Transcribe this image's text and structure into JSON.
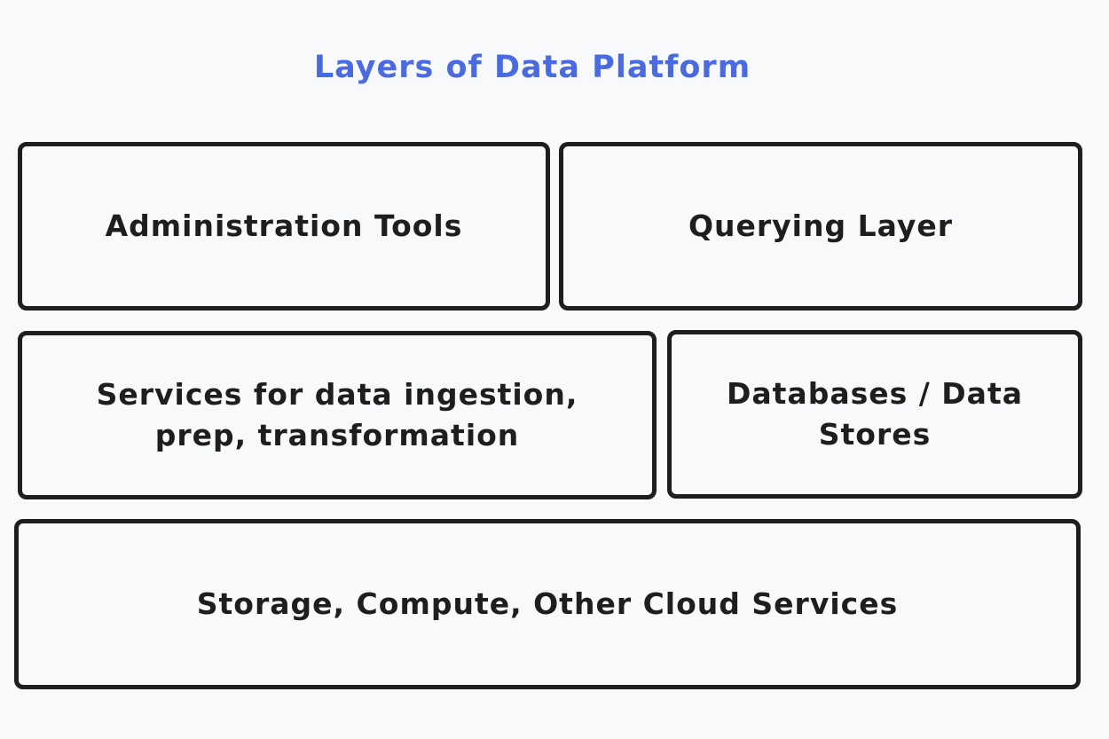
{
  "diagram": {
    "title": "Layers of Data Platform",
    "layers": {
      "administration": "Administration Tools",
      "querying": "Querying Layer",
      "services": "Services for data ingestion, prep, transformation",
      "databases": "Databases / Data Stores",
      "storage": "Storage, Compute, Other Cloud Services"
    },
    "colors": {
      "title": "#4a6ae0",
      "border": "#1e1e1e",
      "background": "#f8f9fb"
    }
  }
}
